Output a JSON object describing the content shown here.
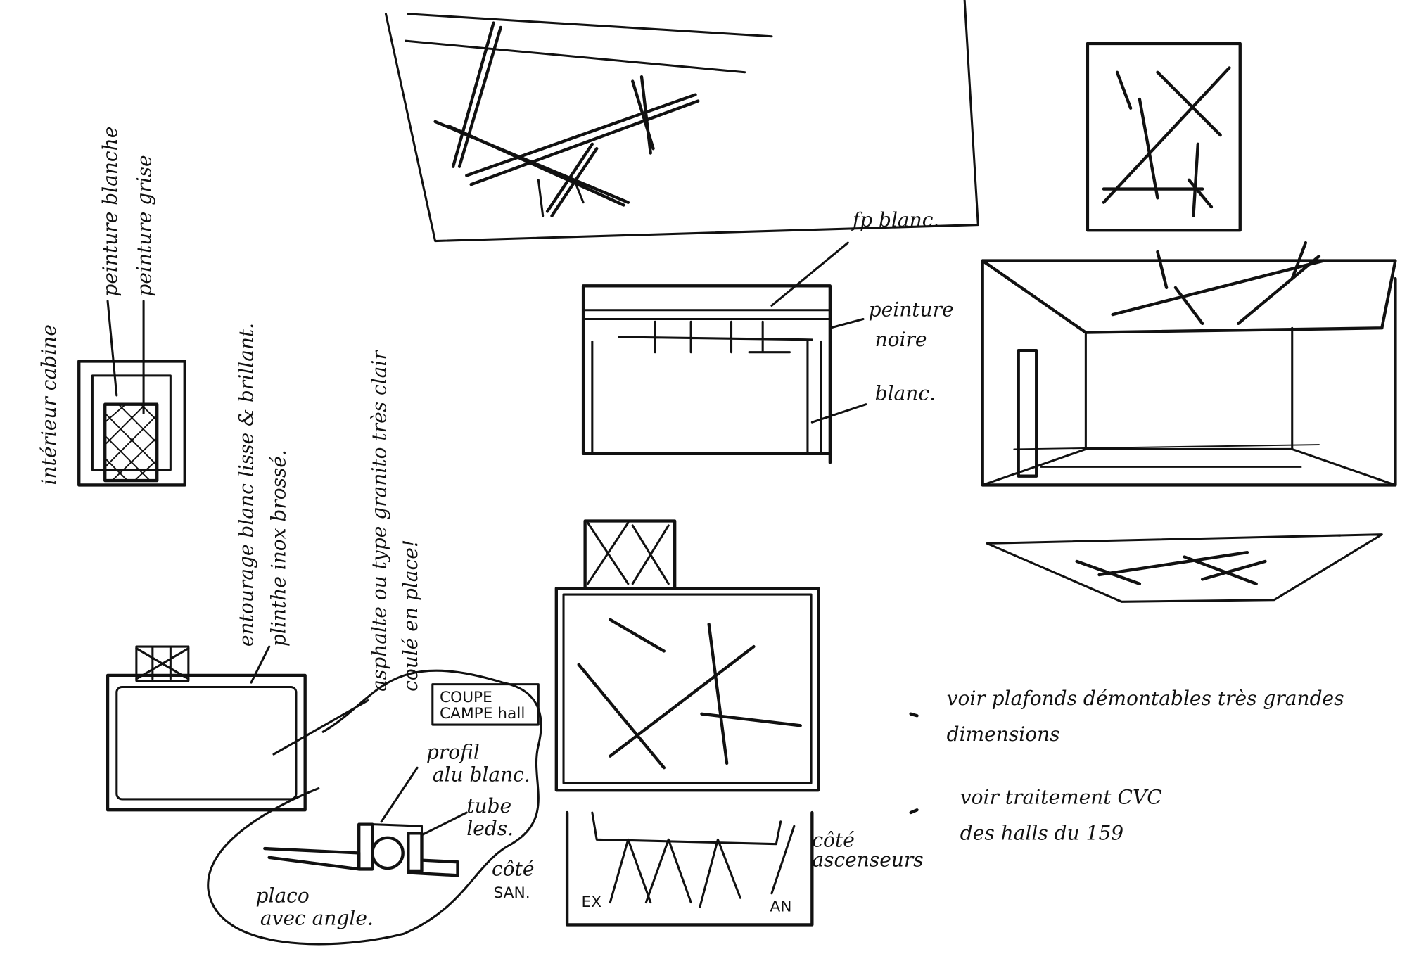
{
  "labels": {
    "interior_cabin": "intérieur cabine",
    "white_paint": "peinture blanche",
    "grey_paint": "peinture grise",
    "surround": "entourage blanc lisse & brillant.",
    "plinth": "plinthe inox brossé.",
    "asphalt": "asphalte ou type granito très clair",
    "cast_in_place": "coulé en place!",
    "section_title_1": "COUPE",
    "section_title_2": "CAMPE hall",
    "profile": "profil",
    "alu": "alu blanc.",
    "tube": "tube",
    "leds": "leds.",
    "side_san_1": "côté",
    "side_san_2": "SAN.",
    "placo_1": "placo",
    "placo_2": "avec angle.",
    "fp_white": "fp blanc.",
    "black_paint_1": "peinture",
    "black_paint_2": "noire",
    "white": "blanc.",
    "side_lifts_1": "côté",
    "side_lifts_2": "ascenseurs",
    "ex": "EX",
    "an": "AN"
  },
  "notes": [
    {
      "line1": "voir plafonds démontables très grandes",
      "line2": "dimensions"
    },
    {
      "line1": "voir traitement CVC",
      "line2": "des halls du 159"
    }
  ]
}
